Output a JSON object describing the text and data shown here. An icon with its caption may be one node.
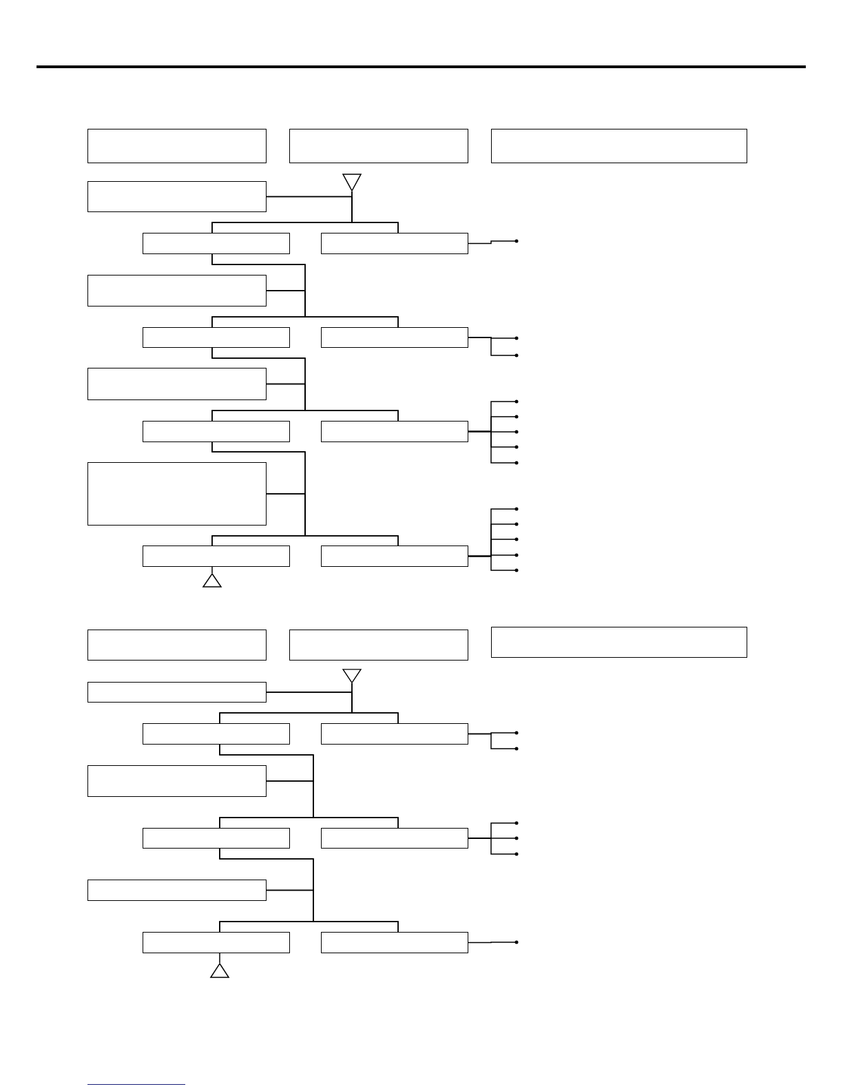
{
  "diagram": {
    "nodes": [
      {
        "text": [],
        "shape": "box"
      },
      {
        "text": [],
        "shape": "box"
      },
      {
        "text": [],
        "shape": "box"
      },
      {
        "text": [],
        "shape": "triangle"
      },
      {
        "text": [],
        "shape": "box"
      },
      {
        "text": [],
        "shape": "box"
      },
      {
        "text": [],
        "shape": "box"
      },
      {
        "text": [],
        "shape": "box"
      },
      {
        "text": [],
        "shape": "box"
      },
      {
        "text": [],
        "shape": "box"
      },
      {
        "text": [],
        "shape": "box"
      },
      {
        "text": [],
        "shape": "box"
      },
      {
        "text": [],
        "shape": "box"
      },
      {
        "text": [],
        "shape": "box"
      },
      {
        "text": [],
        "shape": "box"
      },
      {
        "text": [],
        "shape": "box"
      },
      {
        "text": [],
        "shape": "triangle"
      },
      {
        "text": [],
        "shape": "box"
      },
      {
        "text": [],
        "shape": "box"
      },
      {
        "text": [],
        "shape": "box"
      },
      {
        "text": [],
        "shape": "triangle"
      },
      {
        "text": [],
        "shape": "box"
      },
      {
        "text": [],
        "shape": "box"
      },
      {
        "text": [],
        "shape": "box"
      },
      {
        "text": [],
        "shape": "box"
      },
      {
        "text": [],
        "shape": "box"
      },
      {
        "text": [],
        "shape": "box"
      },
      {
        "text": [],
        "shape": "box"
      },
      {
        "text": [],
        "shape": "box"
      },
      {
        "text": [],
        "shape": "box"
      },
      {
        "text": [],
        "shape": "triangle"
      }
    ],
    "edges": [
      {
        "from": 3,
        "to": 5,
        "arrow": "none"
      },
      {
        "from": 3,
        "to": 6,
        "arrow": "none"
      },
      {
        "from": 4,
        "to": 5,
        "arrow": "none"
      },
      {
        "from": 4,
        "to": 6,
        "arrow": "none"
      },
      {
        "from": 6,
        "to": null,
        "arrow": "other"
      },
      {
        "from": 5,
        "to": 8,
        "arrow": "none"
      },
      {
        "from": 5,
        "to": 9,
        "arrow": "none"
      },
      {
        "from": 7,
        "to": 8,
        "arrow": "none"
      },
      {
        "from": 7,
        "to": 9,
        "arrow": "none"
      },
      {
        "from": 9,
        "to": null,
        "arrow": "other"
      },
      {
        "from": 9,
        "to": null,
        "arrow": "other"
      },
      {
        "from": 8,
        "to": 11,
        "arrow": "none"
      },
      {
        "from": 8,
        "to": 12,
        "arrow": "none"
      },
      {
        "from": 10,
        "to": 11,
        "arrow": "none"
      },
      {
        "from": 10,
        "to": 12,
        "arrow": "none"
      },
      {
        "from": 12,
        "to": null,
        "arrow": "other"
      },
      {
        "from": 12,
        "to": null,
        "arrow": "other"
      },
      {
        "from": 12,
        "to": null,
        "arrow": "other"
      },
      {
        "from": 12,
        "to": null,
        "arrow": "other"
      },
      {
        "from": 12,
        "to": null,
        "arrow": "other"
      },
      {
        "from": 11,
        "to": 14,
        "arrow": "none"
      },
      {
        "from": 11,
        "to": 15,
        "arrow": "none"
      },
      {
        "from": 13,
        "to": 14,
        "arrow": "none"
      },
      {
        "from": 13,
        "to": 15,
        "arrow": "none"
      },
      {
        "from": 15,
        "to": null,
        "arrow": "other"
      },
      {
        "from": 15,
        "to": null,
        "arrow": "other"
      },
      {
        "from": 15,
        "to": null,
        "arrow": "other"
      },
      {
        "from": 15,
        "to": null,
        "arrow": "other"
      },
      {
        "from": 15,
        "to": null,
        "arrow": "other"
      },
      {
        "from": 14,
        "to": 16,
        "arrow": "none"
      },
      {
        "from": 20,
        "to": 22,
        "arrow": "none"
      },
      {
        "from": 20,
        "to": 23,
        "arrow": "none"
      },
      {
        "from": 21,
        "to": 22,
        "arrow": "none"
      },
      {
        "from": 21,
        "to": 23,
        "arrow": "none"
      },
      {
        "from": 23,
        "to": null,
        "arrow": "other"
      },
      {
        "from": 23,
        "to": null,
        "arrow": "other"
      },
      {
        "from": 22,
        "to": 25,
        "arrow": "none"
      },
      {
        "from": 22,
        "to": 26,
        "arrow": "none"
      },
      {
        "from": 24,
        "to": 25,
        "arrow": "none"
      },
      {
        "from": 24,
        "to": 26,
        "arrow": "none"
      },
      {
        "from": 26,
        "to": null,
        "arrow": "other"
      },
      {
        "from": 26,
        "to": null,
        "arrow": "other"
      },
      {
        "from": 26,
        "to": null,
        "arrow": "other"
      },
      {
        "from": 25,
        "to": 28,
        "arrow": "none"
      },
      {
        "from": 25,
        "to": 29,
        "arrow": "none"
      },
      {
        "from": 27,
        "to": 28,
        "arrow": "none"
      },
      {
        "from": 27,
        "to": 29,
        "arrow": "none"
      },
      {
        "from": 29,
        "to": null,
        "arrow": "other"
      },
      {
        "from": 28,
        "to": 30,
        "arrow": "none"
      }
    ]
  }
}
